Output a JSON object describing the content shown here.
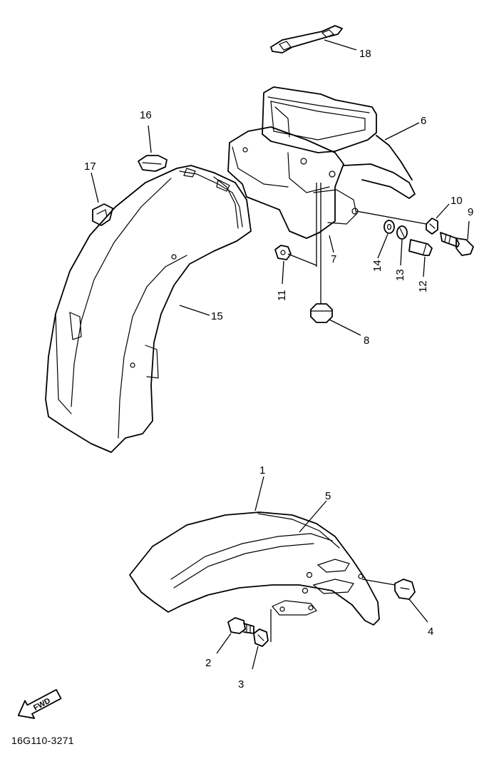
{
  "callouts": {
    "c1": "1",
    "c2": "2",
    "c3": "3",
    "c4": "4",
    "c5": "5",
    "c6": "6",
    "c7": "7",
    "c8": "8",
    "c9": "9",
    "c10": "10",
    "c11": "11",
    "c12": "12",
    "c13": "13",
    "c14": "14",
    "c15": "15",
    "c16": "16",
    "c17": "17",
    "c18": "18"
  },
  "fwd_label": "FWD",
  "catalog_number": "16G110-3271"
}
